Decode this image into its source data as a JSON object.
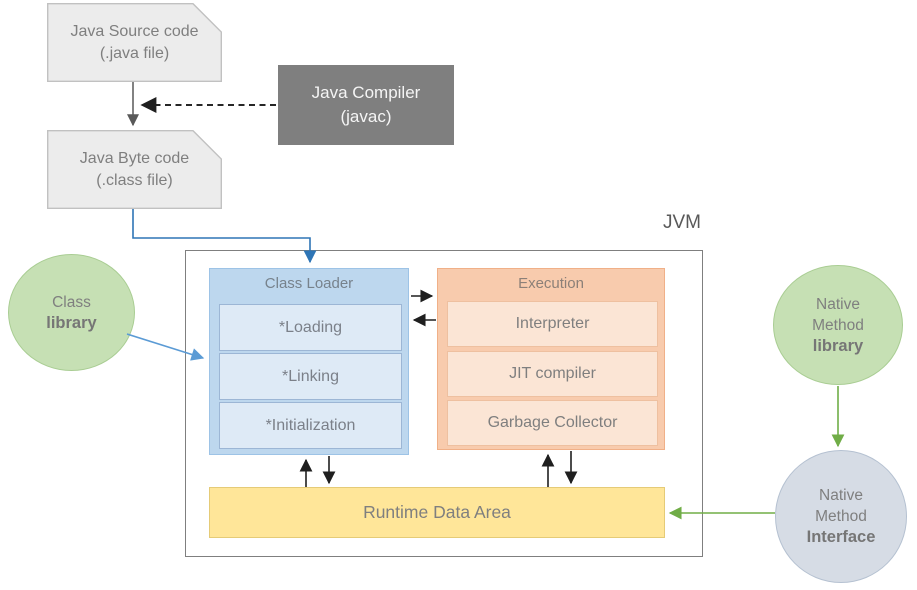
{
  "diagram": {
    "jvm_label": "JVM",
    "nodes": {
      "java_source": {
        "line1": "Java Source code",
        "line2": "(.java file)"
      },
      "java_compiler": {
        "line1": "Java Compiler",
        "line2": "(javac)"
      },
      "java_byte_code": {
        "line1": "Java Byte code",
        "line2": "(.class file)"
      },
      "class_library": {
        "line1": "Class",
        "line2": "library"
      },
      "class_loader": {
        "title": "Class Loader",
        "items": [
          "*Loading",
          "*Linking",
          "*Initialization"
        ]
      },
      "execution": {
        "title": "Execution",
        "items": [
          "Interpreter",
          "JIT compiler",
          "Garbage Collector"
        ]
      },
      "runtime_data_area": {
        "label": "Runtime Data Area"
      },
      "native_method_library": {
        "line1": "Native",
        "line2": "Method",
        "line3": "library"
      },
      "native_method_interface": {
        "line1": "Native",
        "line2": "Method",
        "line3": "Interface"
      }
    },
    "colors": {
      "doc_fill": "#ececec",
      "compiler_fill": "#7f7f7f",
      "blue_header": "#bdd7ee",
      "blue_item": "#deeaf6",
      "orange_header": "#f8cbad",
      "orange_item": "#fbe5d5",
      "yellow_fill": "#ffe699",
      "green_circle": "#c6e0b4",
      "gray_circle": "#d6dce5",
      "arrow_blue": "#2e75b6",
      "arrow_green": "#70ad47",
      "text_gray": "#7f7f7f"
    }
  }
}
